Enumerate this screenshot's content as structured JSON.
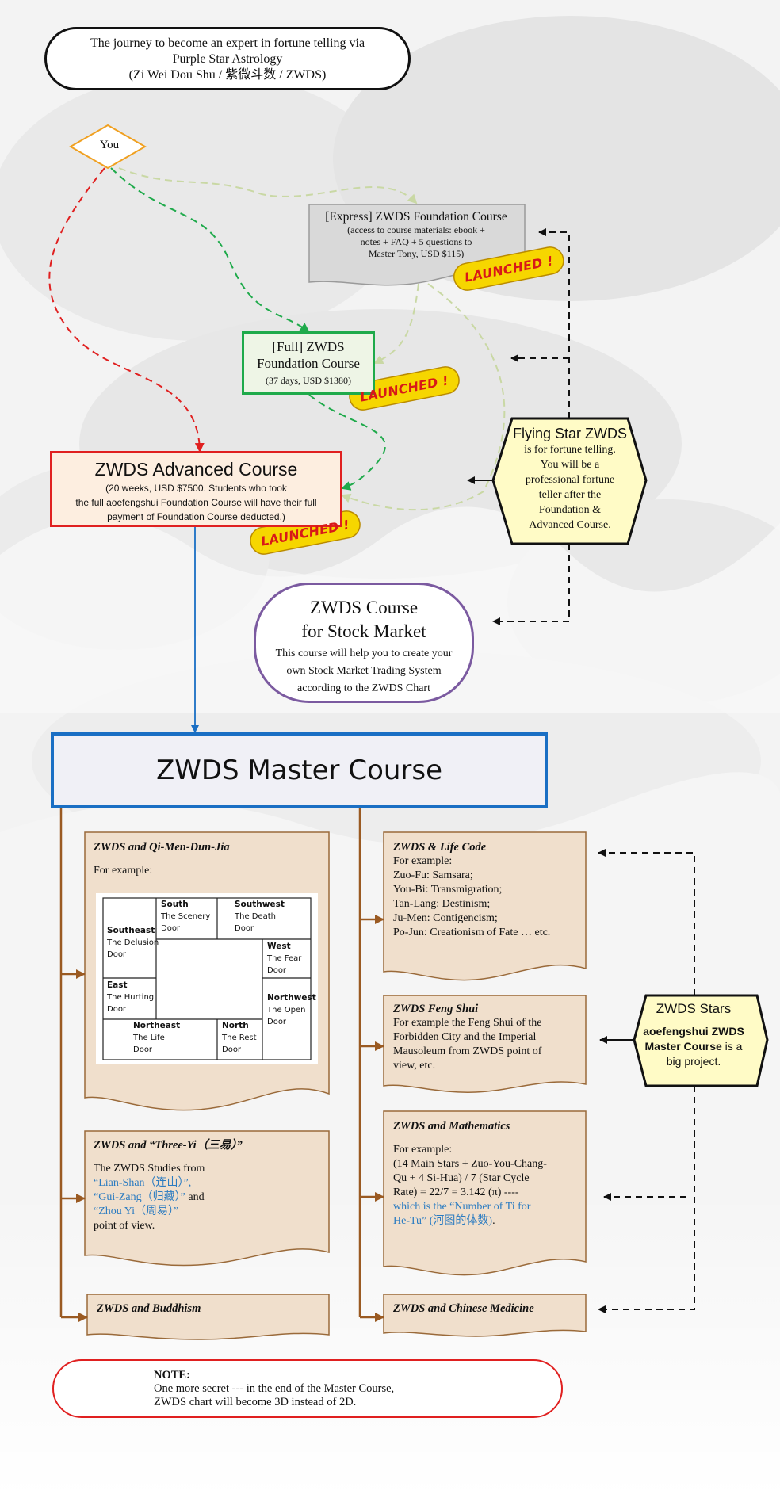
{
  "title": {
    "line1": "The journey to become an expert in fortune telling via",
    "line2": "Purple Star Astrology",
    "line3": "(Zi Wei Dou Shu / 紫微斗数 / ZWDS)"
  },
  "start": {
    "label": "You"
  },
  "express": {
    "title": "[Express] ZWDS Foundation Course",
    "line1": "(access to course materials: ebook +",
    "line2": "notes + FAQ + 5 questions to",
    "line3": "Master Tony, USD $115)"
  },
  "full": {
    "title1": "[Full] ZWDS",
    "title2": "Foundation Course",
    "detail": "(37 days, USD $1380)"
  },
  "advanced": {
    "title": "ZWDS Advanced Course",
    "line1": "(20 weeks, USD $7500. Students who took",
    "line2": "the full aoefengshui Foundation Course will have their full",
    "line3": "payment of Foundation Course deducted.)"
  },
  "badges": {
    "launched": "LAUNCHED !"
  },
  "stock": {
    "title1": "ZWDS Course",
    "title2": "for Stock Market",
    "line1": "This course will help you to create your",
    "line2": "own Stock Market Trading System",
    "line3": "according to the ZWDS Chart"
  },
  "flying_star": {
    "title": "Flying Star ZWDS",
    "line1": "is for fortune telling.",
    "line2": "You will be a",
    "line3": "professional fortune",
    "line4": "teller after the",
    "line5": "Foundation &",
    "line6": "Advanced Course."
  },
  "master": {
    "title": "ZWDS Master Course"
  },
  "qimen": {
    "title": "ZWDS and Qi-Men-Dun-Jia",
    "intro": "For example:",
    "cells": {
      "south_dir": "South",
      "south_name1": "The Scenery",
      "south_name2": "Door",
      "sw_dir": "Southwest",
      "sw_name1": "The Death",
      "sw_name2": "Door",
      "se_dir": "Southeast",
      "se_name1": "The Delusion",
      "se_name2": "Door",
      "west_dir": "West",
      "west_name1": "The Fear",
      "west_name2": "Door",
      "east_dir": "East",
      "east_name1": "The Hurting",
      "east_name2": "Door",
      "nw_dir": "Northwest",
      "nw_name1": "The Open",
      "nw_name2": "Door",
      "ne_dir": "Northeast",
      "ne_name1": "The Life",
      "ne_name2": "Door",
      "north_dir": "North",
      "north_name1": "The Rest",
      "north_name2": "Door"
    }
  },
  "three_yi": {
    "title": "ZWDS and “Three-Yi（三易）”",
    "line1": "The ZWDS Studies from",
    "line2": "“Lian-Shan（连山）”,",
    "line3a": "“Gui-Zang（归藏）”",
    "line3b": " and",
    "line4": "“Zhou Yi（周易）”",
    "line5": "point of view."
  },
  "buddhism": {
    "title": "ZWDS and Buddhism"
  },
  "life_code": {
    "title": "ZWDS & Life Code",
    "line1": "For example:",
    "line2": "Zuo-Fu: Samsara;",
    "line3": "You-Bi: Transmigration;",
    "line4": "Tan-Lang: Destinism;",
    "line5": "Ju-Men: Contigencism;",
    "line6": "Po-Jun: Creationism of Fate … etc."
  },
  "feng_shui": {
    "title": "ZWDS Feng Shui",
    "line1": "For example the Feng Shui of the",
    "line2": "Forbidden City and the Imperial",
    "line3": "Mausoleum from ZWDS point of",
    "line4": "view, etc."
  },
  "math": {
    "title": "ZWDS and Mathematics",
    "line1": "For example:",
    "line2": "(14 Main Stars + Zuo-You-Chang-",
    "line3": "Qu + 4 Si-Hua) / 7 (Star Cycle",
    "line4": "Rate) = 22/7 = 3.142 (π) ----",
    "line5": "which is the “Number of Ti for",
    "line6a": "He-Tu”",
    "line6b": " (河图的体数)",
    "line6c": "."
  },
  "medicine": {
    "title": "ZWDS and Chinese Medicine"
  },
  "zwds_stars": {
    "title": "ZWDS Stars",
    "line1": "aoefengshui ZWDS",
    "line2a": "Master Course",
    "line2b": " is a",
    "line3": "big project."
  },
  "note": {
    "label": "NOTE:",
    "line1": "One more secret --- in the end of the Master Course,",
    "line2": "ZWDS chart will become 3D instead of 2D."
  },
  "colors": {
    "full_border": "#1faa4b",
    "advanced_border": "#e02020",
    "stock_border": "#7b5aa0",
    "master_border": "#1a6fc4",
    "doc_fill": "#f0dfcc",
    "doc_border": "#9a6a3a",
    "branch_arrow": "#9a5a22",
    "badge_fill": "#f6d600",
    "badge_text": "#d81818",
    "hex_fill": "#fffbc6"
  }
}
